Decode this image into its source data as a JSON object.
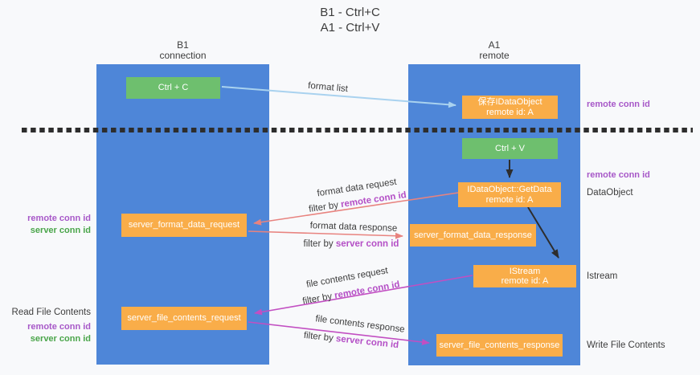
{
  "title": {
    "line1": "B1 - Ctrl+C",
    "line2": "A1 - Ctrl+V"
  },
  "lanes": {
    "left": {
      "name": "B1",
      "subtitle": "connection"
    },
    "right": {
      "name": "A1",
      "subtitle": "remote"
    }
  },
  "nodes": {
    "ctrl_c": {
      "label": "Ctrl + C"
    },
    "save_idataobject": {
      "line1": "保存IDataObject",
      "line2": "remote id: A"
    },
    "ctrl_v": {
      "label": "Ctrl + V"
    },
    "getdata": {
      "line1": "IDataObject::GetData",
      "line2": "remote id: A"
    },
    "format_request": {
      "label": "server_format_data_request"
    },
    "format_response": {
      "label": "server_format_data_response"
    },
    "istream": {
      "line1": "IStream",
      "line2": "remote id: A"
    },
    "file_request": {
      "label": "server_file_contents_request"
    },
    "file_response": {
      "label": "server_file_contents_response"
    }
  },
  "side_labels": {
    "right_conn_id_top": "remote conn id",
    "right_conn_id_mid": "remote conn id",
    "dataobject": "DataObject",
    "istream": "Istream",
    "write_file": "Write File Contents",
    "left_remote_top": "remote conn id",
    "left_server_top": "server conn id",
    "read_file": "Read File Contents",
    "left_remote_bottom": "remote conn id",
    "left_server_bottom": "server conn id"
  },
  "arrow_labels": {
    "format_list": "format list",
    "format_data_request": "format data request",
    "filter_remote_1": {
      "prefix": "filter by ",
      "emph": "remote conn id"
    },
    "format_data_response": "format data response",
    "filter_server_1": {
      "prefix": "filter by ",
      "emph": "server conn id"
    },
    "file_contents_request": "file contents request",
    "filter_remote_2": {
      "prefix": "filter by ",
      "emph": "remote conn id"
    },
    "file_contents_response": "file contents response",
    "filter_server_2": {
      "prefix": "filter by ",
      "emph": "server conn id"
    }
  },
  "colors": {
    "lane_blue": "#4e86d8",
    "box_orange": "#f9ad49",
    "box_green": "#6ebf6e",
    "purple_text": "#a758c8",
    "green_text": "#4aa54a",
    "arrow_salmon": "#e8837f",
    "arrow_magenta": "#c24fc2",
    "arrow_lightblue": "#a9d2ef",
    "arrow_black": "#2d2d2d",
    "background": "#f8f9fb"
  }
}
